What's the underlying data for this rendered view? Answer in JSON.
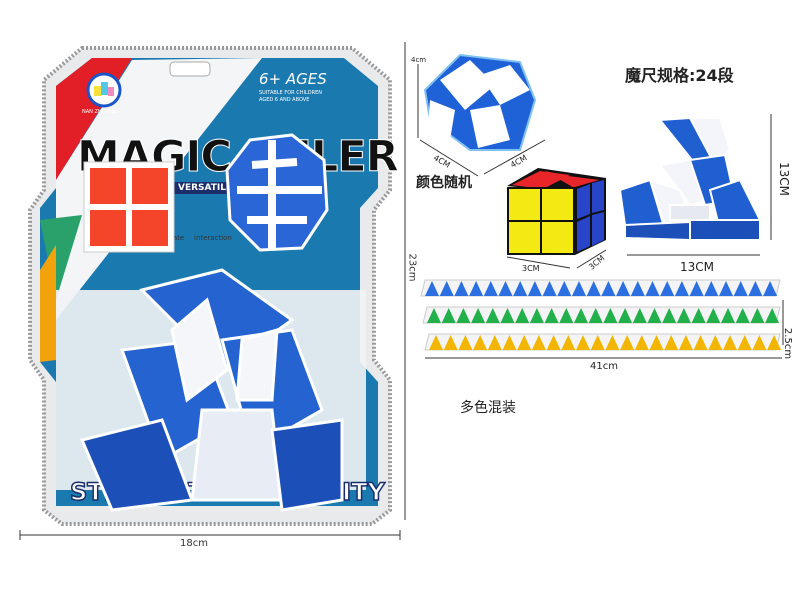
{
  "package": {
    "brand_name": "NAN ZHI XING",
    "age_label": "6+ AGES",
    "age_note_1": "SUITABLE FOR CHILDREN",
    "age_note_2": "AGED 6 AND ABOVE",
    "title": "MAGIC RULER",
    "tagline": "VERSATILE",
    "icon_labels": [
      "create",
      "interaction"
    ],
    "bottom_slogan": "STIMULATE CREATIVITY"
  },
  "dimensions": {
    "package_width": "18cm",
    "package_height": "23cm",
    "ball_height": "4cm",
    "ball_width_a": "4CM",
    "ball_width_b": "4CM",
    "cube_width": "3CM",
    "cube_depth": "3CM",
    "snake_shape_width": "13CM",
    "snake_shape_height": "13CM",
    "strip_length": "41cm",
    "strip_width": "2.5cm"
  },
  "labels": {
    "spec": "魔尺规格:24段",
    "random_color": "颜色随机",
    "mixed_colors": "多色混装"
  },
  "colors": {
    "card_blue": "#1a7ab0",
    "snake_blue": "#1f5fd0",
    "strip_colors": [
      "#2b6fe0",
      "#22b04a",
      "#f2b600"
    ]
  }
}
